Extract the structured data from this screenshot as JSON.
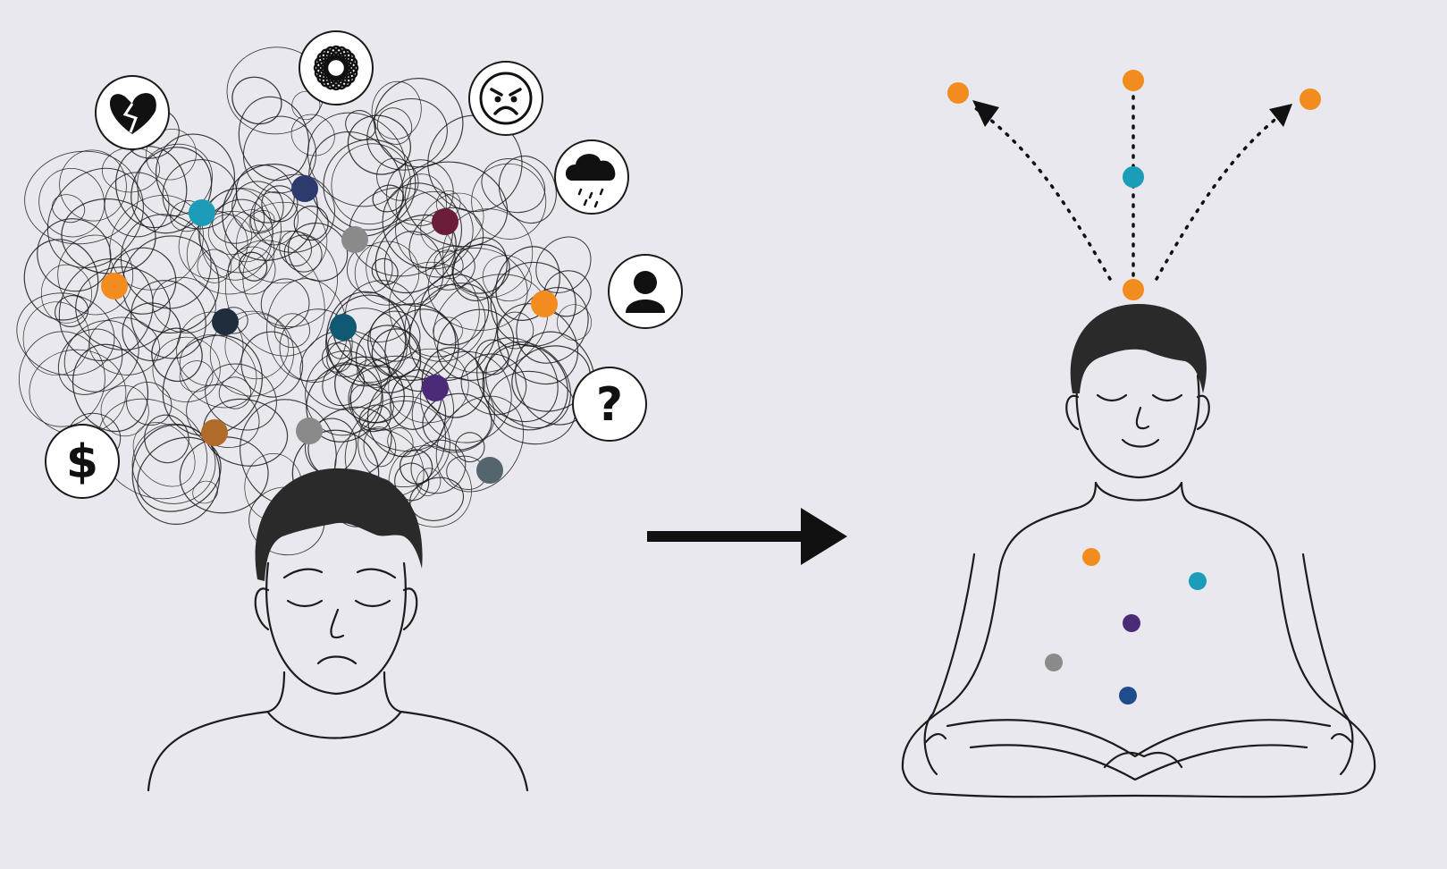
{
  "stress_icons": [
    {
      "name": "broken-heart-icon",
      "symbol": "heart"
    },
    {
      "name": "tangle-icon",
      "symbol": "tangle"
    },
    {
      "name": "angry-face-icon",
      "symbol": "angry"
    },
    {
      "name": "rain-cloud-icon",
      "symbol": "cloud"
    },
    {
      "name": "person-icon",
      "symbol": "person"
    },
    {
      "name": "question-icon",
      "glyph": "?"
    },
    {
      "name": "dollar-icon",
      "glyph": "$"
    }
  ],
  "colors": {
    "background": "#e9e8ee",
    "orange": "#f28c1e",
    "teal": "#1b9cb8",
    "navy": "#2d3a6e",
    "maroon": "#6b1c3a",
    "gray": "#8a8a8a",
    "dark_navy": "#1f2d3d",
    "dark_teal": "#0f5a72",
    "purple": "#4b2a78",
    "brown": "#b06a2a",
    "slate": "#55656e",
    "blue": "#1f4c8a"
  },
  "tangle_dots": [
    "teal",
    "navy",
    "maroon",
    "gray",
    "orange",
    "dark_navy",
    "dark_teal",
    "orange",
    "purple",
    "brown",
    "gray",
    "slate"
  ],
  "body_dots": [
    "orange",
    "teal",
    "purple",
    "gray",
    "blue"
  ],
  "path_dots": [
    "orange",
    "orange",
    "teal",
    "orange",
    "orange"
  ]
}
